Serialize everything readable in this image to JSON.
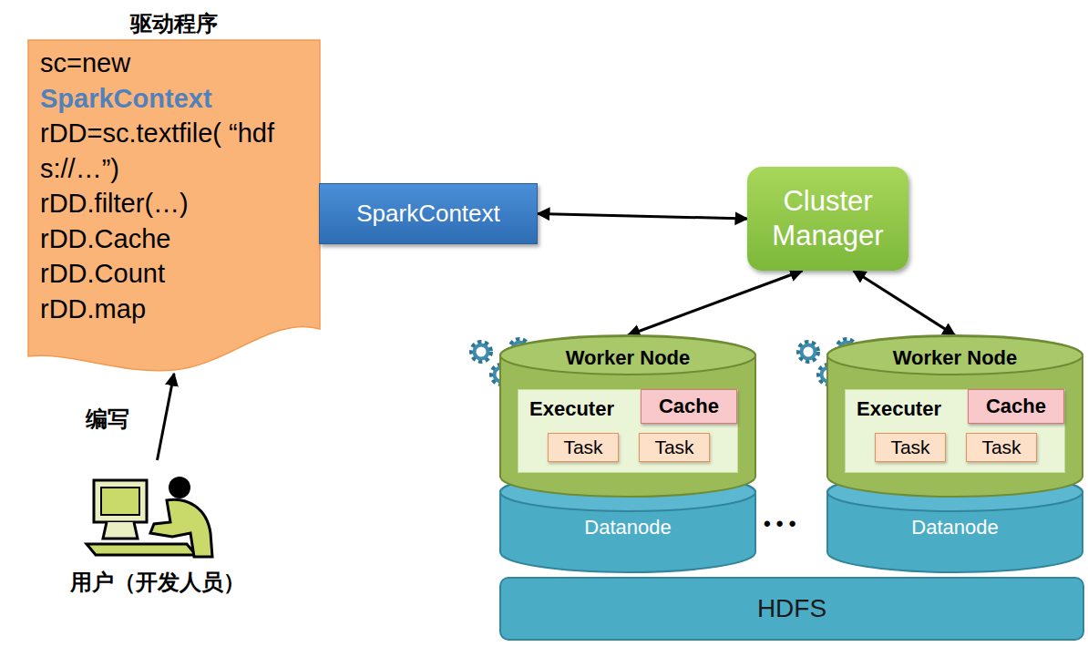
{
  "diagram": {
    "nodes": [
      {
        "text": [
          "驱动程序",
          "sc=new",
          "SparkContext",
          "rDD=sc.textfile( “hdfs://…”)",
          "rDD.filter(…)",
          "rDD.Cache",
          "rDD.Count",
          "rDD.map"
        ]
      },
      {
        "text": [
          "用户（开发人员）"
        ]
      },
      {
        "text": [
          "SparkContext"
        ]
      },
      {
        "text": [
          "Cluster Manager"
        ]
      },
      {
        "text": [
          "Worker Node"
        ]
      },
      {
        "text": [
          "Executer"
        ],
        "in": 4
      },
      {
        "text": [
          "Cache"
        ],
        "in": 5
      },
      {
        "text": [
          "Task"
        ],
        "in": 5
      },
      {
        "text": [
          "Task"
        ],
        "in": 5
      },
      {
        "text": [
          "Worker Node"
        ]
      },
      {
        "text": [
          "Executer"
        ],
        "in": 9
      },
      {
        "text": [
          "Cache"
        ],
        "in": 10
      },
      {
        "text": [
          "Task"
        ],
        "in": 10
      },
      {
        "text": [
          "Task"
        ],
        "in": 10
      },
      {
        "text": [
          "Datanode"
        ]
      },
      {
        "text": [
          "Datanode"
        ]
      },
      {
        "text": [
          "HDFS"
        ]
      }
    ],
    "edges": [
      {
        "from": 1,
        "to": 0,
        "arrow": "to",
        "label": "编写"
      },
      {
        "from": 2,
        "to": 3,
        "arrow": "both"
      },
      {
        "from": 3,
        "to": 4,
        "arrow": "both"
      },
      {
        "from": 3,
        "to": 9,
        "arrow": "both"
      }
    ],
    "labels": [
      "• • •"
    ]
  }
}
